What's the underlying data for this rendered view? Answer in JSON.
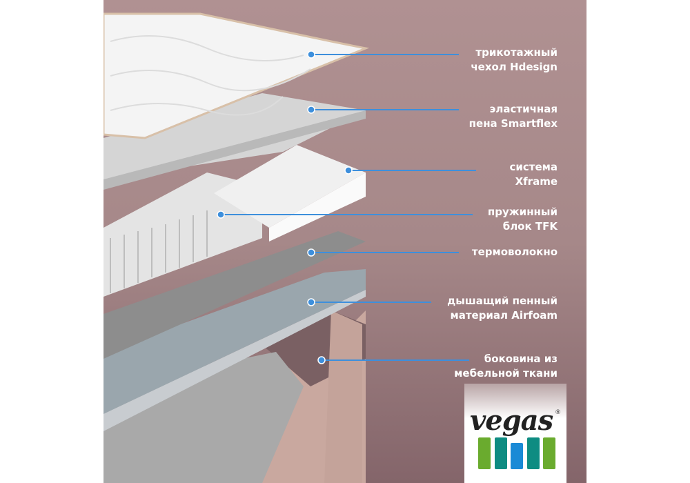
{
  "layers": [
    {
      "line1": "трикотажный",
      "line2": "чехол Hdesign"
    },
    {
      "line1": "эластичная",
      "line2": "пена Smartflex"
    },
    {
      "line1": "система",
      "line2": "Xframe"
    },
    {
      "line1": "пружинный",
      "line2": "блок TFK"
    },
    {
      "line1": "термоволокно",
      "line2": ""
    },
    {
      "line1": "дышащий пенный",
      "line2": "материал Airfoam"
    },
    {
      "line1": "боковина из",
      "line2": "мебельной ткани"
    }
  ],
  "logo": {
    "text": "vegas",
    "mark": "®"
  },
  "colors": {
    "callout": "#3d8fdc",
    "logo_green": "#6aab2e",
    "logo_teal": "#0e8c82",
    "logo_blue": "#1a8ad6"
  }
}
